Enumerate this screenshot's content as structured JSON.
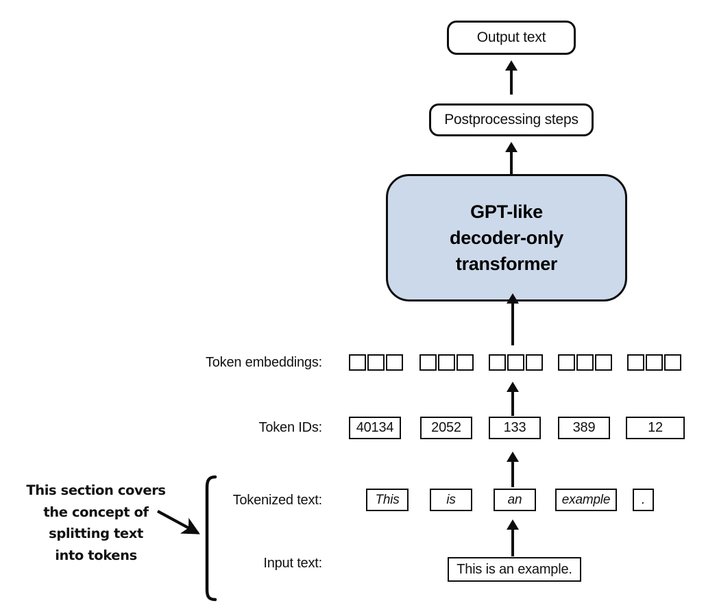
{
  "diagram": {
    "title_block": "Output text",
    "postprocessing_block": "Postprocessing steps",
    "model_block": {
      "line1": "GPT-like",
      "line2": "decoder-only",
      "line3": "transformer",
      "fill_color": "#ccd9ea",
      "stroke_color": "#0d0d0d"
    },
    "rows": {
      "embeddings_label": "Token embeddings:",
      "token_ids_label": "Token IDs:",
      "tokenized_label": "Tokenized text:",
      "input_label": "Input text:"
    },
    "token_embeddings": {
      "groups": 5,
      "cells_per_group": 3
    },
    "token_ids": [
      "40134",
      "2052",
      "133",
      "389",
      "12"
    ],
    "tokenized_text": [
      "This",
      "is",
      "an",
      "example",
      "."
    ],
    "input_text": "This is an example.",
    "annotation": {
      "line1": "This section covers",
      "line2": "the concept of",
      "line3": "splitting text",
      "line4": "into tokens"
    }
  }
}
